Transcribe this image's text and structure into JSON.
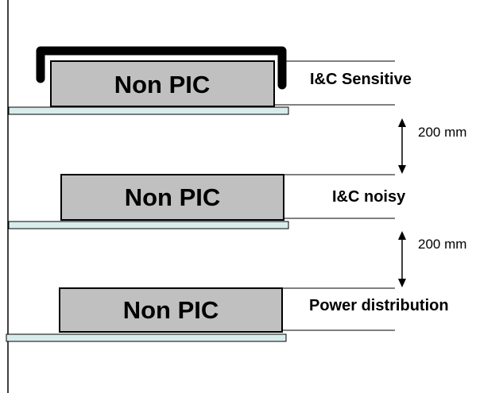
{
  "trays": [
    {
      "label": "Non PIC",
      "category": "I&C Sensitive",
      "covered": true
    },
    {
      "label": "Non PIC",
      "category": "I&C noisy",
      "covered": false
    },
    {
      "label": "Non PIC",
      "category": "Power distribution",
      "covered": false
    }
  ],
  "separations": [
    {
      "label": "200 mm"
    },
    {
      "label": "200 mm"
    }
  ],
  "colors": {
    "tray_fill": "#c0c0c0",
    "shelf_fill": "#d8ecec",
    "outline": "#000000",
    "background": "#ffffff"
  }
}
